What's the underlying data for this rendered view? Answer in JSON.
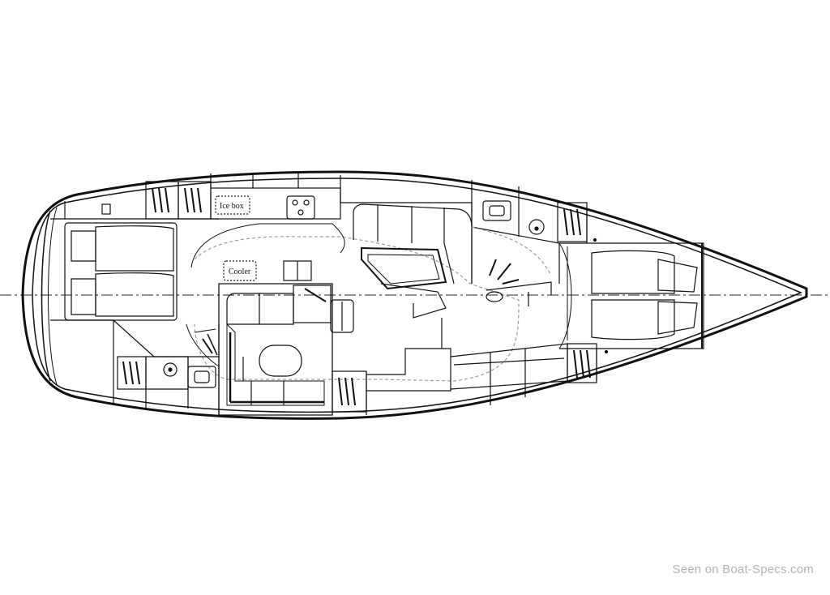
{
  "labels": {
    "ice_box": "Ice box",
    "cooler": "Cooler"
  },
  "watermark": "Seen on Boat-Specs.com",
  "colors": {
    "line": "#111111",
    "dashed": "#9a9a9a",
    "background": "#ffffff",
    "watermark": "#b4b4b4"
  }
}
